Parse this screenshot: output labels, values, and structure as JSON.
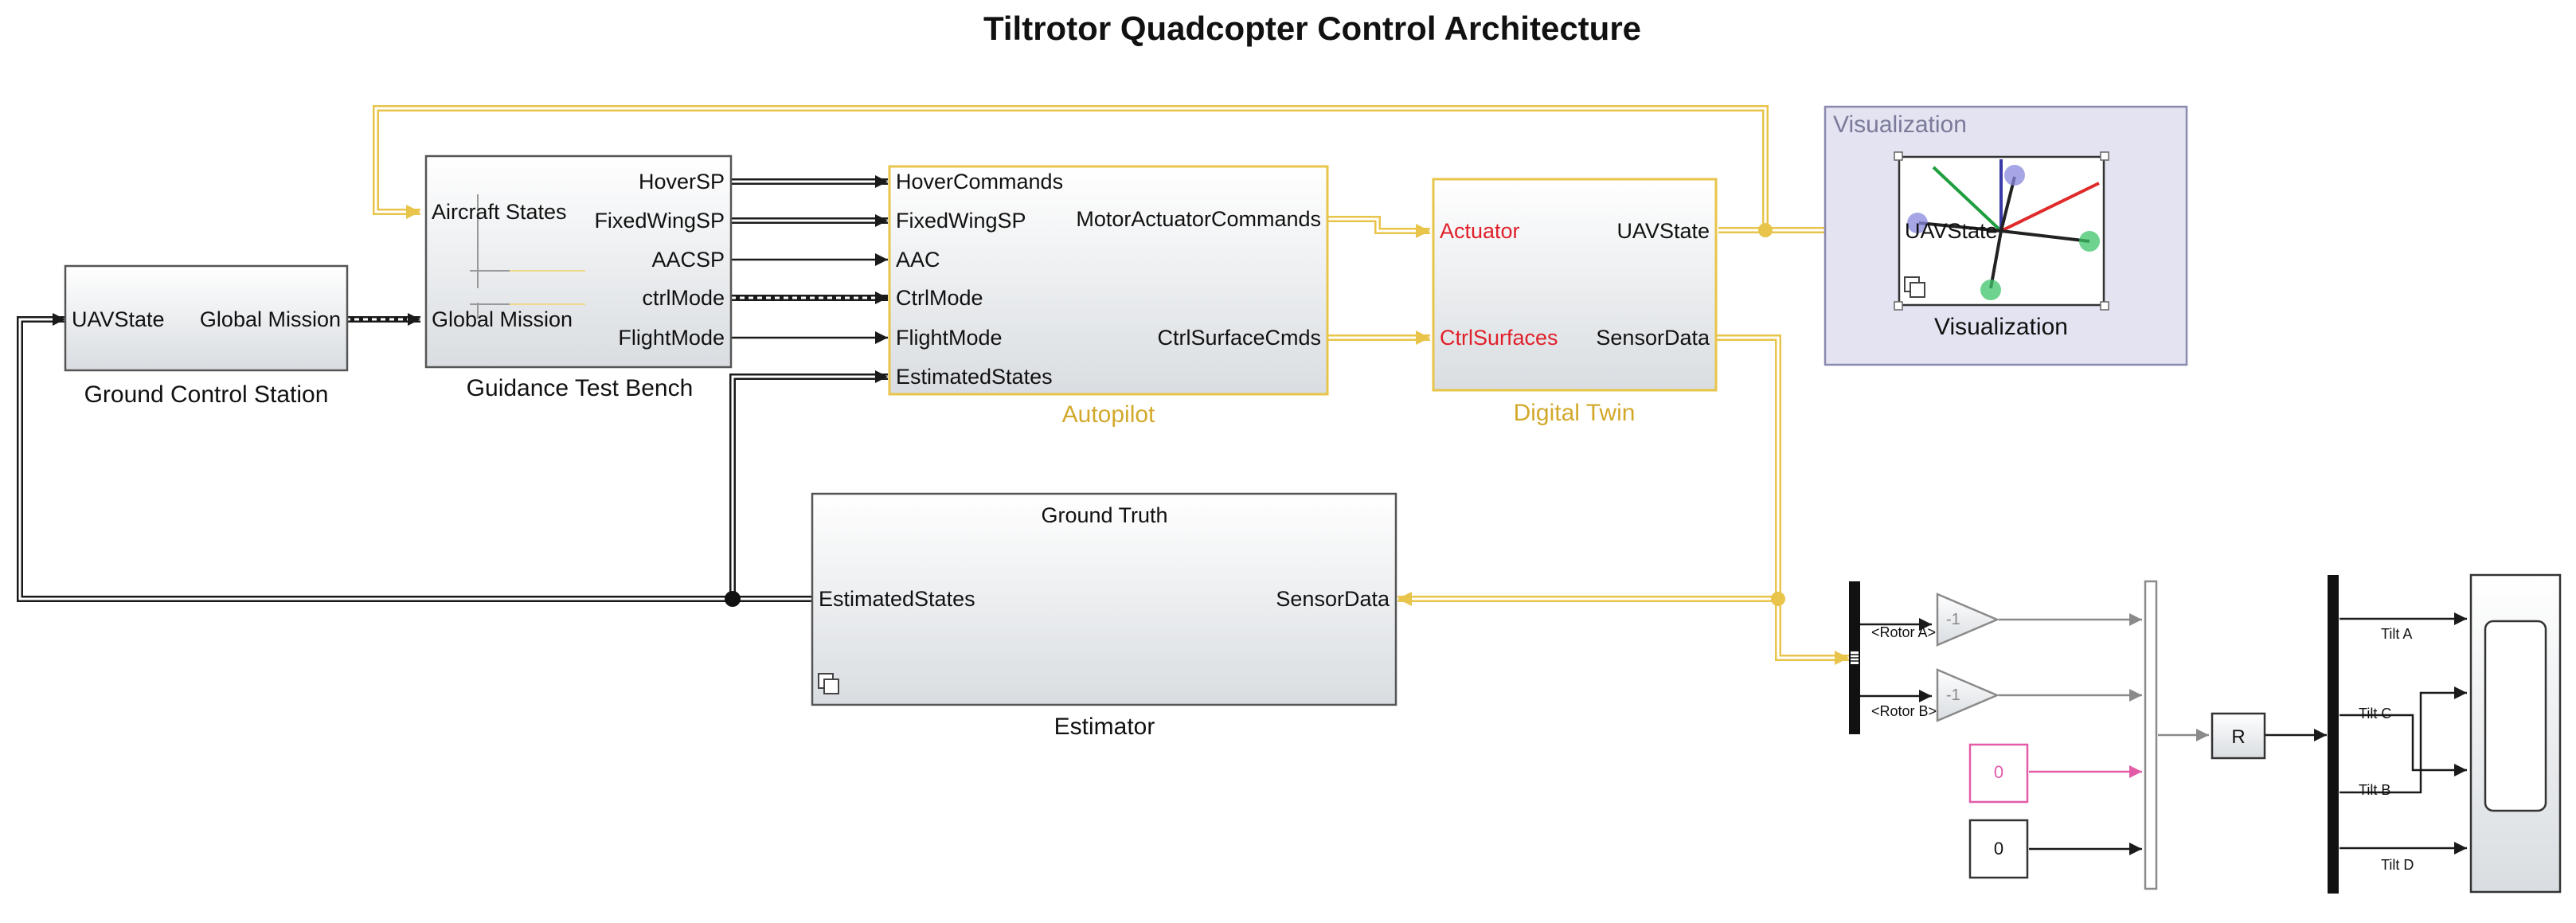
{
  "title": "Tiltrotor Quadcopter Control Architecture",
  "blocks": {
    "gcs": {
      "name": "Ground Control Station",
      "in_port": "UAVState",
      "out_port": "Global Mission"
    },
    "gtb": {
      "name": "Guidance Test Bench",
      "in_ports": [
        "Aircraft States",
        "Global Mission"
      ],
      "out_ports": [
        "HoverSP",
        "FixedWingSP",
        "AACSP",
        "ctrlMode",
        "FlightMode"
      ]
    },
    "autopilot": {
      "name": "Autopilot",
      "in_ports": [
        "HoverCommands",
        "FixedWingSP",
        "AAC",
        "CtrlMode",
        "FlightMode",
        "EstimatedStates"
      ],
      "out_ports": [
        "MotorActuatorCommands",
        "CtrlSurfaceCmds"
      ]
    },
    "twin": {
      "name": "Digital Twin",
      "in_ports": [
        "Actuator",
        "CtrlSurfaces"
      ],
      "out_ports": [
        "UAVState",
        "SensorData"
      ]
    },
    "viz": {
      "area_label": "Visualization",
      "name": "Visualization",
      "in_port": "UAVState"
    },
    "estimator": {
      "name": "Estimator",
      "header": "Ground Truth",
      "out_port": "EstimatedStates",
      "in_port": "SensorData"
    }
  },
  "signals": {
    "rotor_a": "<Rotor A>",
    "rotor_b": "<Rotor B>",
    "gain": "-1",
    "const_pink": "0",
    "const_black": "0",
    "rate": "R",
    "tilt_a": "Tilt A",
    "tilt_b": "Tilt B",
    "tilt_c": "Tilt C",
    "tilt_d": "Tilt D"
  }
}
